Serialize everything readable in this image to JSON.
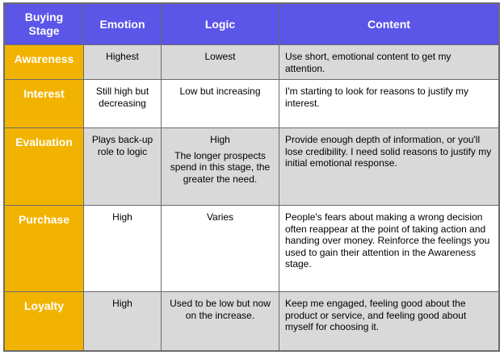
{
  "headers": {
    "stage": "Buying Stage",
    "emotion": "Emotion",
    "logic": "Logic",
    "content": "Content"
  },
  "rows": [
    {
      "stage": "Awareness",
      "emotion": "Highest",
      "logic": "Lowest",
      "logic_note": "",
      "content": "Use short, emotional content to get my attention."
    },
    {
      "stage": "Interest",
      "emotion": "Still high but decreasing",
      "logic": "Low but increasing",
      "logic_note": "",
      "content": "I'm starting to look for reasons to justify my interest."
    },
    {
      "stage": "Evaluation",
      "emotion": "Plays back-up role to logic",
      "logic": "High",
      "logic_note": "The longer prospects spend in this stage, the greater the need.",
      "content": "Provide enough depth of information, or you'll lose credibility. I need solid reasons to justify my initial emotional response."
    },
    {
      "stage": "Purchase",
      "emotion": "High",
      "logic": "Varies",
      "logic_note": "",
      "content": "People's fears about making a wrong decision often reappear at the point of taking action and handing over money. Reinforce the feelings you used to gain their attention in the Awareness stage."
    },
    {
      "stage": "Loyalty",
      "emotion": "High",
      "logic": "Used to be low but now on the increase.",
      "logic_note": "",
      "content": "Keep me engaged, feeling good about the product or service, and feeling good about myself for choosing it."
    }
  ]
}
